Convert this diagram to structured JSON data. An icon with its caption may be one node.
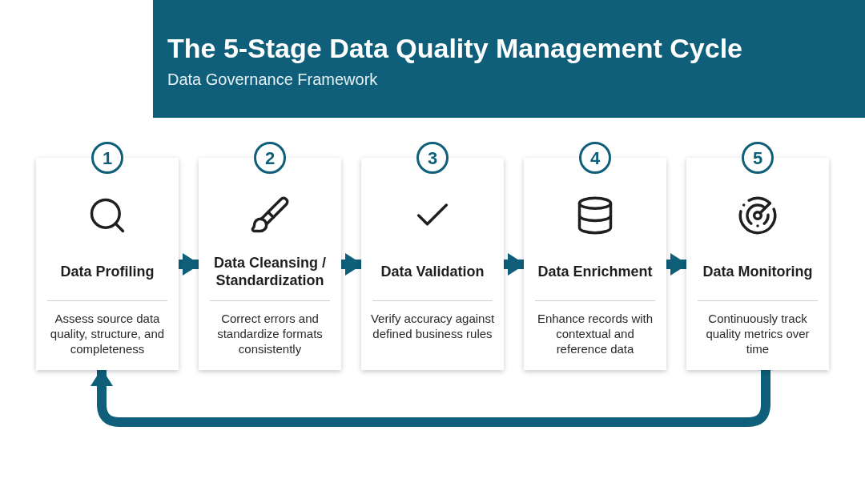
{
  "diagram": {
    "title": "The 5-Stage Data Quality Management Cycle",
    "caption": "Data Governance Framework",
    "nodes": [
      {
        "text": [
          "1",
          "Data Profiling",
          "Assess source data quality, structure, and completeness"
        ]
      },
      {
        "text": [
          "2",
          "Data Cleansing / Standardization",
          "Correct errors and standardize formats consistently"
        ]
      },
      {
        "text": [
          "3",
          "Data Validation",
          "Verify accuracy against defined business rules"
        ]
      },
      {
        "text": [
          "4",
          "Data Enrichment",
          "Enhance records with contextual and reference data"
        ]
      },
      {
        "text": [
          "5",
          "Data Monitoring",
          "Continuously track quality metrics over time"
        ]
      }
    ],
    "edges": [
      {
        "from": 0,
        "to": 1,
        "arrow": "to"
      },
      {
        "from": 1,
        "to": 2,
        "arrow": "to"
      },
      {
        "from": 2,
        "to": 3,
        "arrow": "to"
      },
      {
        "from": 3,
        "to": 4,
        "arrow": "to"
      },
      {
        "from": 4,
        "to": 0,
        "arrow": "to"
      }
    ]
  }
}
